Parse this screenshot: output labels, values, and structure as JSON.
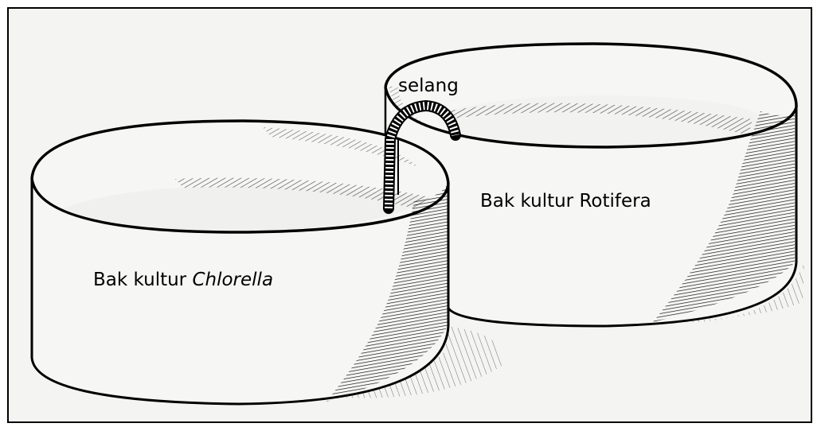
{
  "labels": {
    "hose": "selang",
    "tank_rotifera": "Bak kultur Rotifera",
    "tank_chlorella_prefix": "Bak kultur ",
    "tank_chlorella_italic": "Chlorella"
  }
}
